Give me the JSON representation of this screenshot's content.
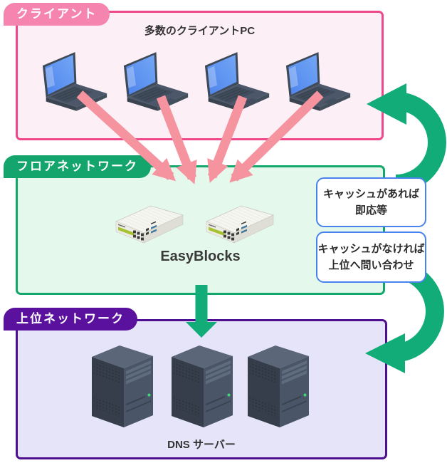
{
  "diagram_title": "DNS cache appliance network diagram",
  "sections": {
    "client": {
      "label": "クライアント",
      "caption": "多数のクライアントPC",
      "border_color": "#F0478B",
      "fill_color": "#FDEFF6",
      "pill_color": "#F584AE",
      "laptop_count": 4
    },
    "floor": {
      "label": "フロアネットワーク",
      "device_label": "EasyBlocks",
      "border_color": "#12A76B",
      "fill_color": "#E4F8EC",
      "pill_color": "#14A56C",
      "appliance_count": 2
    },
    "upstream": {
      "label": "上位ネットワーク",
      "caption": "DNS サーバー",
      "border_color": "#4E1090",
      "fill_color": "#E6E4F9",
      "pill_color": "#5A119E",
      "server_count": 3
    }
  },
  "callouts": [
    {
      "lines": [
        "キャッシュがあれば",
        "即応等"
      ]
    },
    {
      "lines": [
        "キャッシュがなければ",
        "上位へ問い合わせ"
      ]
    }
  ],
  "colors": {
    "client_request_arrow": "#F5939F",
    "flow_arrow_green": "#12AC78",
    "callout_border": "#4A83F0",
    "background": "#FFFFFF"
  },
  "icons": [
    "laptop-icon",
    "easyblocks-appliance-icon",
    "server-tower-icon",
    "client-request-arrow-icon",
    "down-arrow-icon",
    "cache-response-curved-arrow-icon",
    "upstream-query-curved-arrow-icon"
  ]
}
